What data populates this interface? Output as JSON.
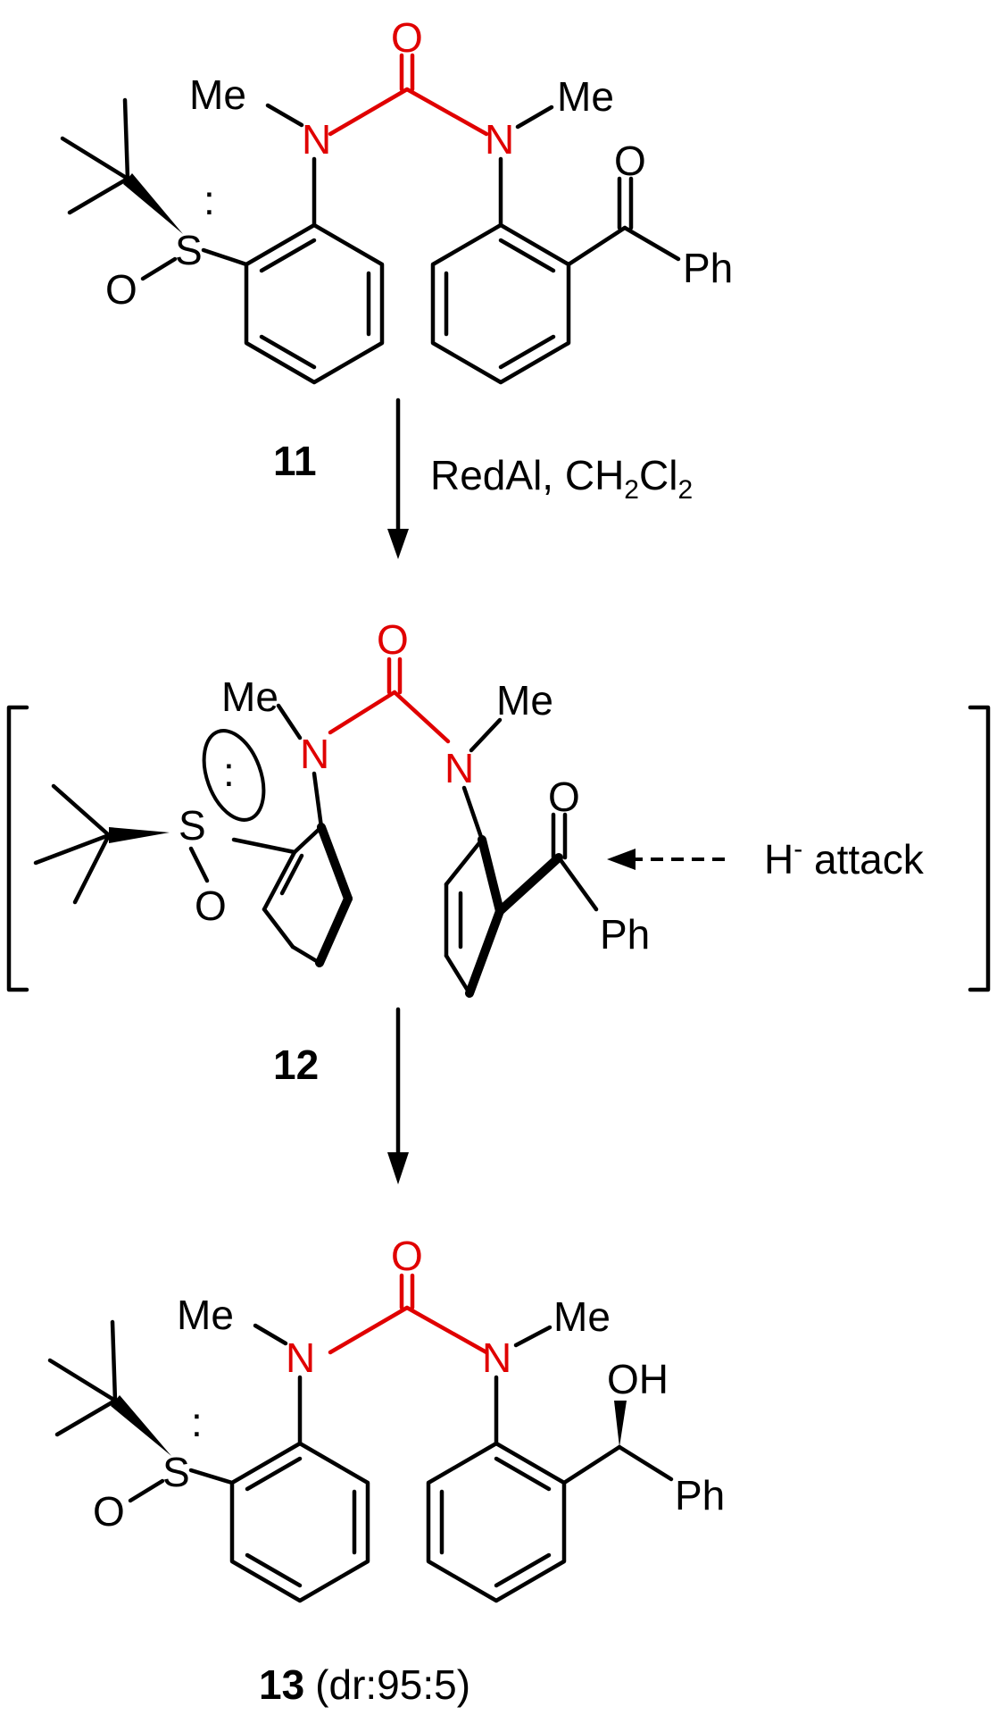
{
  "atoms": {
    "oxygen": "O",
    "nitrogen": "N",
    "sulfur": "S",
    "methyl": "Me",
    "phenyl": "Ph",
    "hydroxyl": "OH"
  },
  "compounds": {
    "c11": {
      "number": "11"
    },
    "c12": {
      "number": "12"
    },
    "c13": {
      "number": "13",
      "note": "(dr:95:5)"
    }
  },
  "reaction": {
    "step1_reagents": "RedAl, CH",
    "step1_sub1": "2",
    "step1_cl": "Cl",
    "step1_sub2": "2",
    "hydride_label": "H",
    "hydride_charge": "-",
    "attack_word": " attack"
  },
  "colors": {
    "urea_highlight": "#e00000",
    "structure": "#000000"
  }
}
